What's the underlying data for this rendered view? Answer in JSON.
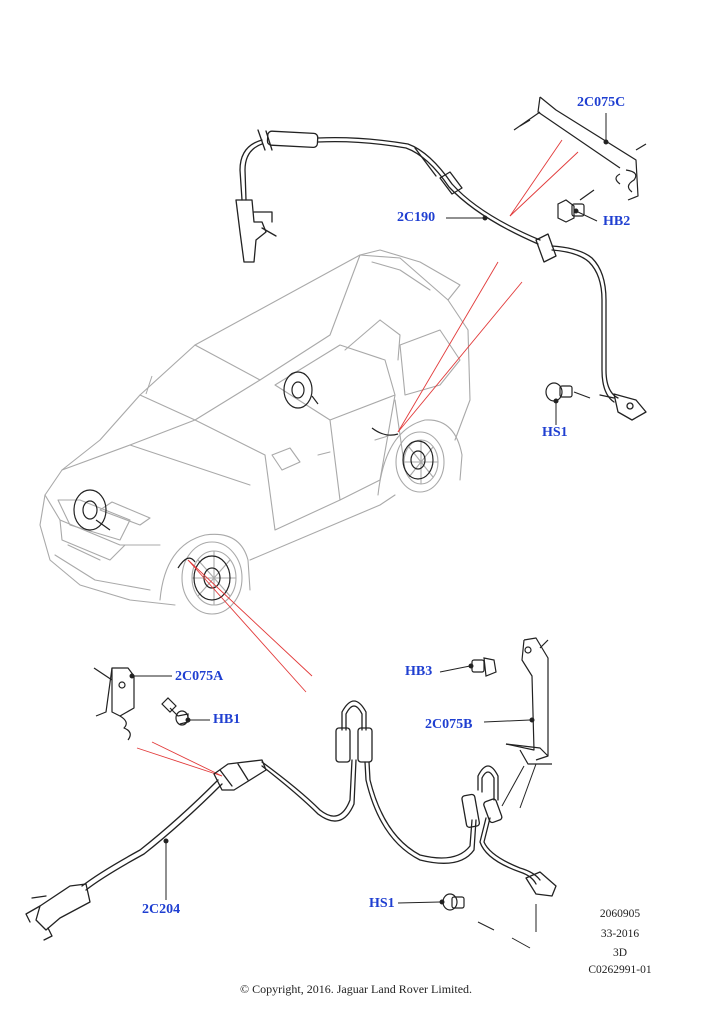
{
  "callouts": {
    "c2c075c": "2C075C",
    "c2c190": "2C190",
    "hb2": "HB2",
    "hs1_top": "HS1",
    "c2c075a": "2C075A",
    "hb1": "HB1",
    "hb3": "HB3",
    "c2c075b": "2C075B",
    "c2c204": "2C204",
    "hs1_bottom": "HS1"
  },
  "reference": {
    "line1": "2060905",
    "line2": "33-2016",
    "line3": "3D",
    "line4": "C0262991-01"
  },
  "copyright": "© Copyright, 2016. Jaguar Land Rover Limited.",
  "colors": {
    "callout_text": "#1f3fd1",
    "leader_red": "#e23a3a",
    "line_art": "#222222",
    "vehicle_outline": "#a9a9a9"
  }
}
